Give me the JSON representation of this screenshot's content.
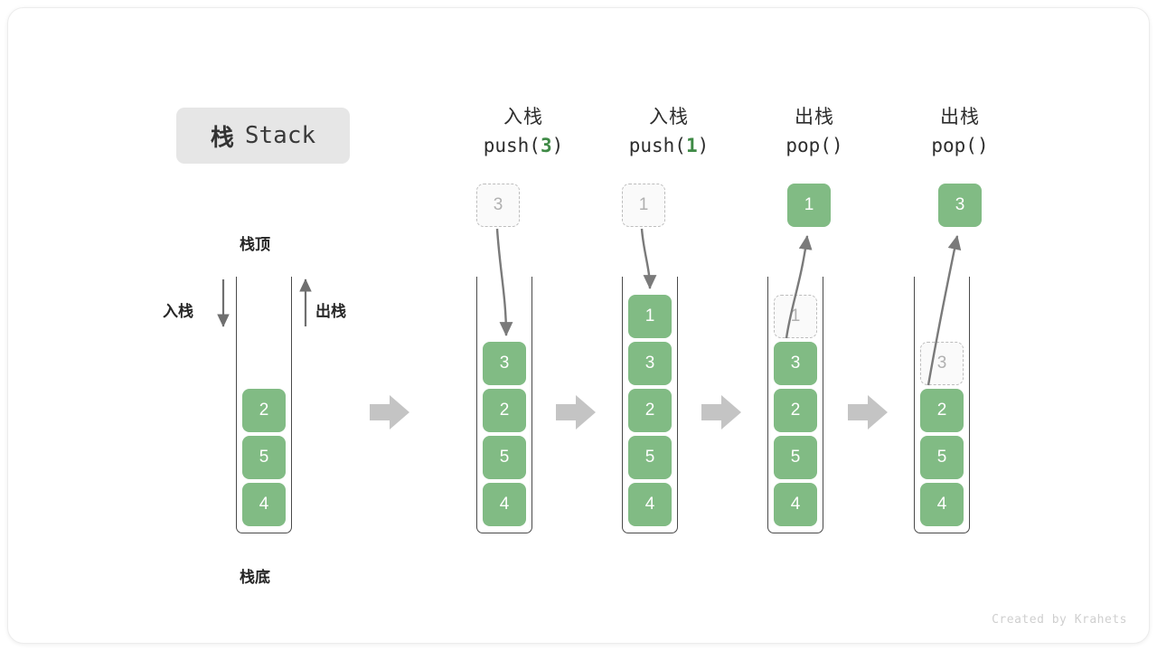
{
  "title": {
    "cn": "栈",
    "en": "Stack"
  },
  "labels": {
    "top": "栈顶",
    "bottom": "栈底",
    "push": "入栈",
    "pop": "出栈"
  },
  "footer": "Created by Krahets",
  "colors": {
    "element": "#81bb84",
    "element_text": "#ffffff",
    "ghost_fill": "#fafafa",
    "ghost_border": "#bdbdbd",
    "ghost_text": "#b0b0b0",
    "container": "#4a4a4a",
    "arrow": "#7a7a7a",
    "transition_arrow": "#c4c4c4",
    "badge_bg": "#e6e6e6",
    "accent_green": "#3f8a46"
  },
  "columns": [
    {
      "id": "initial",
      "head_cn": "",
      "head_code_prefix": "",
      "head_code_arg": "",
      "head_code_suffix": "",
      "float_value": "",
      "float_kind": "none",
      "cells": [
        {
          "value": "2",
          "kind": "filled"
        },
        {
          "value": "5",
          "kind": "filled"
        },
        {
          "value": "4",
          "kind": "filled"
        }
      ]
    },
    {
      "id": "push-3",
      "head_cn": "入栈",
      "head_code_prefix": "push(",
      "head_code_arg": "3",
      "head_code_suffix": ")",
      "float_value": "3",
      "float_kind": "ghost",
      "cells": [
        {
          "value": "3",
          "kind": "filled"
        },
        {
          "value": "2",
          "kind": "filled"
        },
        {
          "value": "5",
          "kind": "filled"
        },
        {
          "value": "4",
          "kind": "filled"
        }
      ]
    },
    {
      "id": "push-1",
      "head_cn": "入栈",
      "head_code_prefix": "push(",
      "head_code_arg": "1",
      "head_code_suffix": ")",
      "float_value": "1",
      "float_kind": "ghost",
      "cells": [
        {
          "value": "1",
          "kind": "filled"
        },
        {
          "value": "3",
          "kind": "filled"
        },
        {
          "value": "2",
          "kind": "filled"
        },
        {
          "value": "5",
          "kind": "filled"
        },
        {
          "value": "4",
          "kind": "filled"
        }
      ]
    },
    {
      "id": "pop-1",
      "head_cn": "出栈",
      "head_code_prefix": "pop(",
      "head_code_arg": "",
      "head_code_suffix": ")",
      "float_value": "1",
      "float_kind": "filled",
      "cells": [
        {
          "value": "1",
          "kind": "ghost"
        },
        {
          "value": "3",
          "kind": "filled"
        },
        {
          "value": "2",
          "kind": "filled"
        },
        {
          "value": "5",
          "kind": "filled"
        },
        {
          "value": "4",
          "kind": "filled"
        }
      ]
    },
    {
      "id": "pop-3",
      "head_cn": "出栈",
      "head_code_prefix": "pop(",
      "head_code_arg": "",
      "head_code_suffix": ")",
      "float_value": "3",
      "float_kind": "filled",
      "cells": [
        {
          "value": "3",
          "kind": "ghost"
        },
        {
          "value": "2",
          "kind": "filled"
        },
        {
          "value": "5",
          "kind": "filled"
        },
        {
          "value": "4",
          "kind": "filled"
        }
      ]
    }
  ]
}
